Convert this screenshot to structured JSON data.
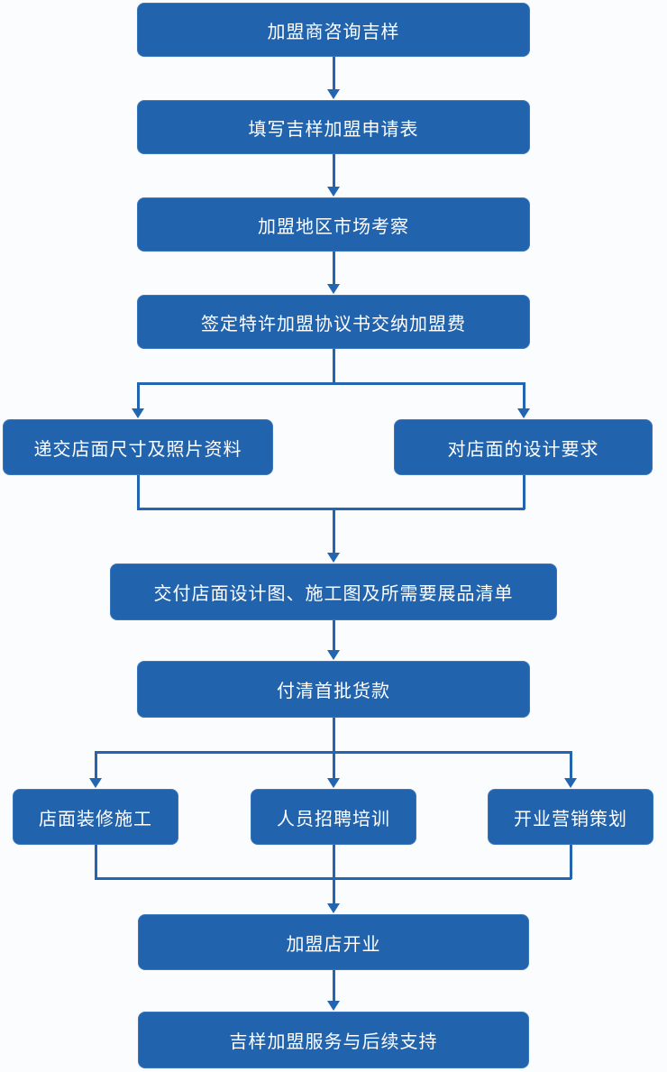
{
  "flowchart": {
    "steps": {
      "consult": "加盟商咨询吉样",
      "application_form": "填写吉样加盟申请表",
      "market_survey": "加盟地区市场考察",
      "sign_agreement": "签定特许加盟协议书交纳加盟费",
      "submit_store_info": "递交店面尺寸及照片资料",
      "design_requirements": "对店面的设计要求",
      "deliver_design": "交付店面设计图、施工图及所需要展品清单",
      "pay_first_batch": "付清首批货款",
      "store_renovation": "店面装修施工",
      "staff_recruitment": "人员招聘培训",
      "opening_marketing": "开业营销策划",
      "store_opening": "加盟店开业",
      "followup_support": "吉样加盟服务与后续支持"
    },
    "colors": {
      "node_fill": "#2263AE",
      "node_text": "#FFFFFF",
      "connector": "#2365B1",
      "background": "#FBFCFE"
    }
  }
}
